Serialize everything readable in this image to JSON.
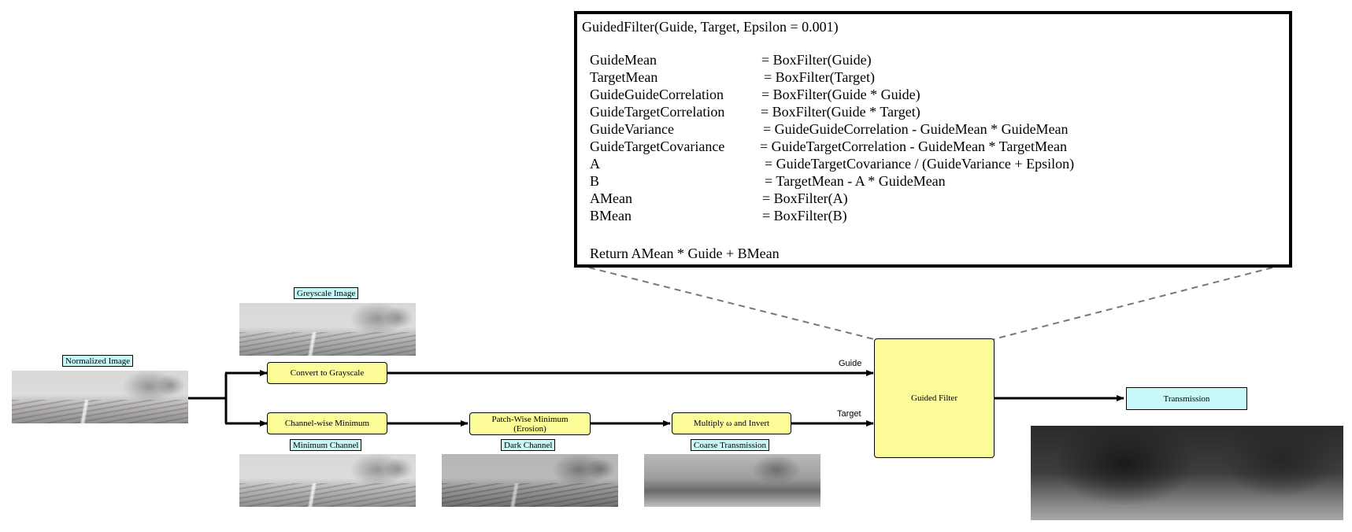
{
  "code": {
    "title": "GuidedFilter(Guide, Target, Epsilon = 0.001)",
    "lines": [
      {
        "name": "GuideMean",
        "expr": "= BoxFilter(Guide)"
      },
      {
        "name": "TargetMean",
        "expr": "= BoxFilter(Target)"
      },
      {
        "name": "GuideGuideCorrelation",
        "expr": "= BoxFilter(Guide * Guide)"
      },
      {
        "name": "GuideTargetCorrelation",
        "expr": "= BoxFilter(Guide * Target)"
      },
      {
        "name": "GuideVariance",
        "expr": "= GuideGuideCorrelation  - GuideMean * GuideMean"
      },
      {
        "name": "GuideTargetCovariance",
        "expr": "= GuideTargetCorrelation - GuideMean * TargetMean"
      },
      {
        "name": "A",
        "expr": "= GuideTargetCovariance  / (GuideVariance + Epsilon)"
      },
      {
        "name": "B",
        "expr": "= TargetMean - A * GuideMean"
      },
      {
        "name": "AMean",
        "expr": "= BoxFilter(A)"
      },
      {
        "name": "BMean",
        "expr": "= BoxFilter(B)"
      }
    ],
    "return": "Return  AMean * Guide + BMean"
  },
  "labels": {
    "normalized_image": "Normalized Image",
    "greyscale_image": "Greyscale Image",
    "minimum_channel": "Minimum Channel",
    "dark_channel": "Dark Channel",
    "coarse_transmission": "Coarse Transmission",
    "transmission": "Transmission"
  },
  "nodes": {
    "convert_to_grayscale": "Convert to Grayscale",
    "channel_wise_minimum": "Channel-wise Minimum",
    "patch_wise_minimum": "Patch-Wise Minimum",
    "patch_wise_minimum_sub": "(Erosion)",
    "multiply_and_invert": "Multiply ω and Invert",
    "guided_filter": "Guided Filter"
  },
  "edges": {
    "guide": "Guide",
    "target": "Target"
  },
  "colors": {
    "process_fill": "#fbfb98",
    "label_fill": "#c8f8f8",
    "dashed_line": "#777777"
  }
}
